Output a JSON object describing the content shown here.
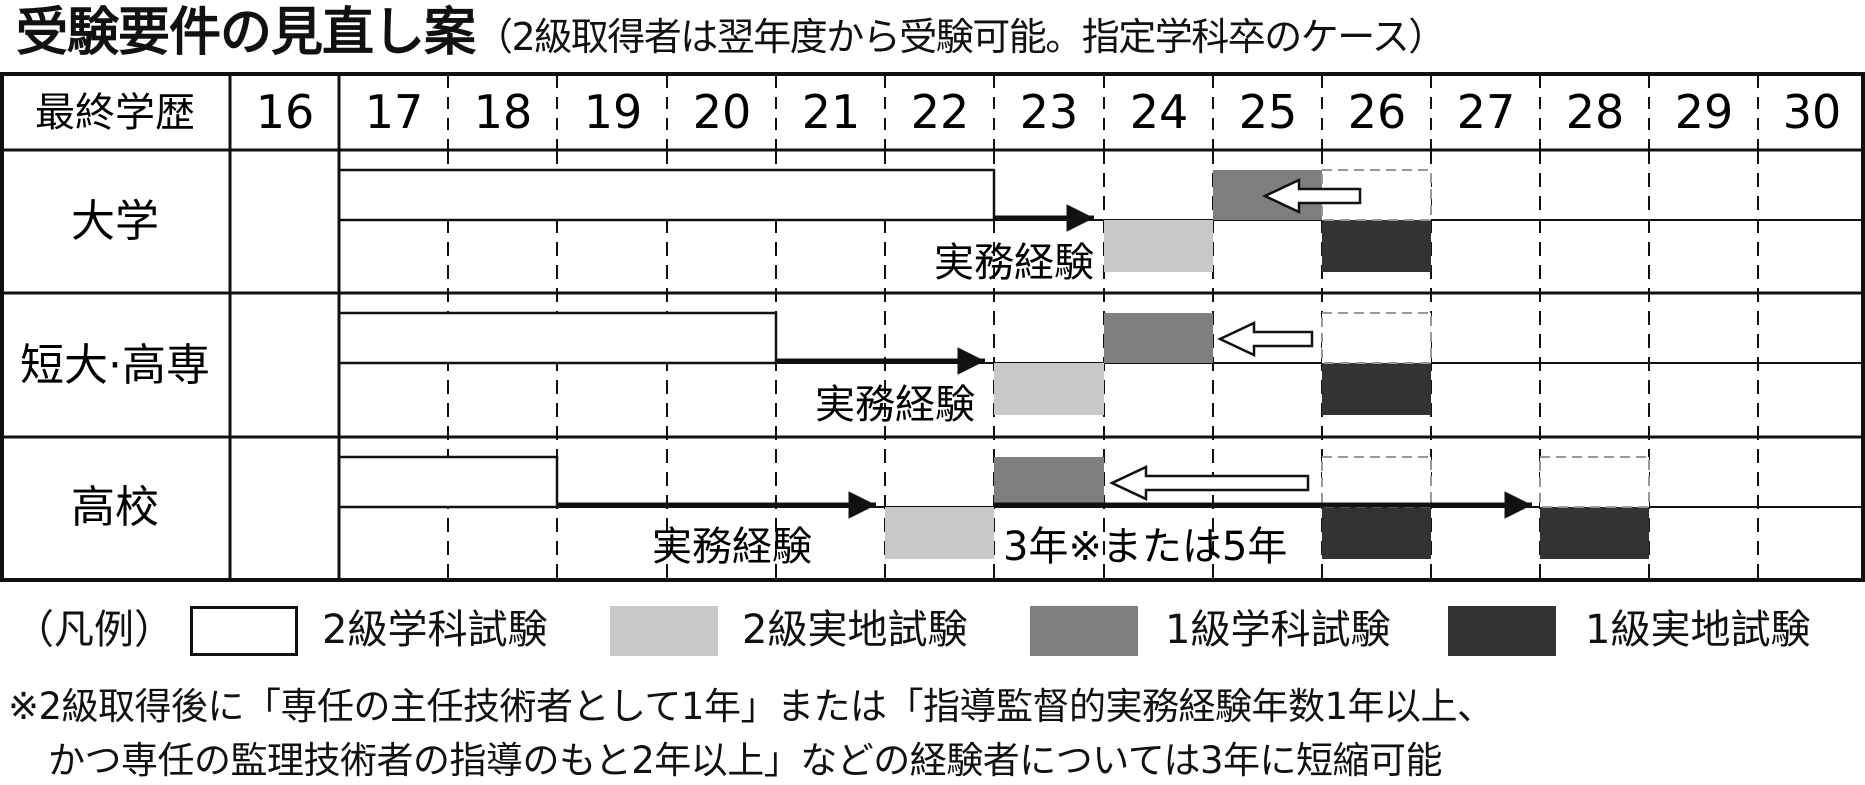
{
  "title": {
    "main": "受験要件の見直し案",
    "sub": "（2級取得者は翌年度から受験可能。指定学科卒のケース）"
  },
  "table": {
    "header_label": "最終学歴",
    "years": [
      "16",
      "17",
      "18",
      "19",
      "20",
      "21",
      "22",
      "23",
      "24",
      "25",
      "26",
      "27",
      "28",
      "29",
      "30"
    ],
    "rows": [
      {
        "label": "大学",
        "exp_label": "実務経験"
      },
      {
        "label": "短大·高専",
        "exp_label": "実務経験"
      },
      {
        "label": "高校",
        "exp_label": "実務経験",
        "note": "3年※または5年"
      }
    ]
  },
  "legend": {
    "prefix": "（凡例）",
    "items": [
      {
        "label": "2級学科試験",
        "color": "#ffffff"
      },
      {
        "label": "2級実地試験",
        "color": "#c8c8c8"
      },
      {
        "label": "1級学科試験",
        "color": "#7f7f7f"
      },
      {
        "label": "1級実地試験",
        "color": "#333333"
      }
    ]
  },
  "footnote": {
    "line1": "※2級取得後に「専任の主任技術者として1年」または「指導監督的実務経験年数1年以上、",
    "line2": "かつ専任の監理技術者の指導のもと2年以上」などの経験者については3年に短縮可能"
  }
}
